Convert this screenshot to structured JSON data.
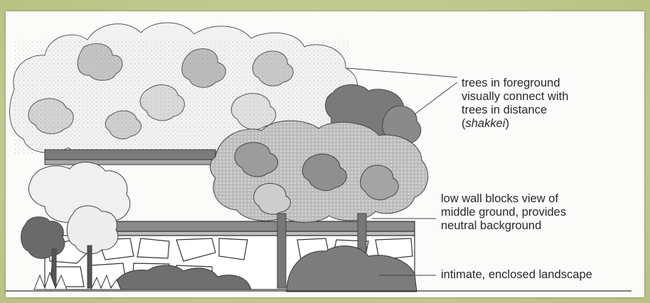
{
  "annotations": {
    "shakkei": {
      "lines": [
        "trees in foreground",
        "visually connect with",
        "trees in distance",
        "(shakkei)"
      ]
    },
    "wall": {
      "lines": [
        "low wall blocks view of",
        "middle ground, provides",
        "neutral background"
      ]
    },
    "landscape": {
      "lines": [
        "intimate, enclosed landscape"
      ]
    }
  },
  "colors": {
    "paper": "#fbfbf9",
    "ink": "#2a2a2a",
    "dark_foliage": "#6e6e6e",
    "mid_foliage": "#a9a9a9",
    "light_foliage": "#d8d8d8",
    "frame": "#c9d39a"
  }
}
